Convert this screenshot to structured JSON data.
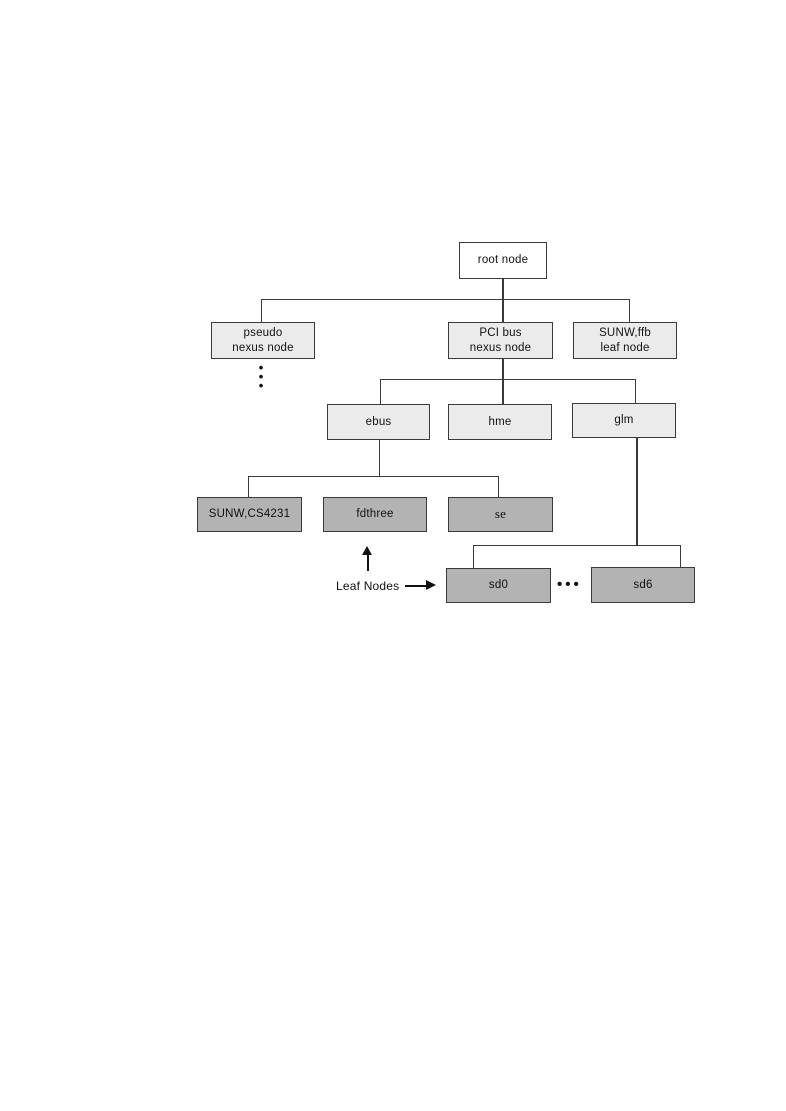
{
  "figure": {
    "type": "device-tree-diagram",
    "colors": {
      "background": "#ffffff",
      "root_node_fill": "#ffffff",
      "nexus_node_fill": "#ebebeb",
      "leaf_node_fill": "#b3b3b3",
      "border": "#3a3a3a",
      "line": "#3a3a3a",
      "text": "#111111"
    },
    "nodes": {
      "root": {
        "label": "root node"
      },
      "pseudo": {
        "label": "pseudo\nnexus node"
      },
      "pci": {
        "label": "PCI bus\nnexus node"
      },
      "ffb": {
        "label": "SUNW,ffb\nleaf node"
      },
      "ebus": {
        "label": "ebus"
      },
      "hme": {
        "label": "hme"
      },
      "glm": {
        "label": "glm"
      },
      "cs4231": {
        "label": "SUNW,CS4231"
      },
      "fdthree": {
        "label": "fdthree"
      },
      "se": {
        "label": "se"
      },
      "sd0": {
        "label": "sd0"
      },
      "sd6": {
        "label": "sd6"
      }
    },
    "edges": [
      [
        "root node",
        "pseudo nexus node"
      ],
      [
        "root node",
        "PCI bus nexus node"
      ],
      [
        "root node",
        "SUNW,ffb leaf node"
      ],
      [
        "PCI bus nexus node",
        "ebus"
      ],
      [
        "PCI bus nexus node",
        "hme"
      ],
      [
        "PCI bus nexus node",
        "glm"
      ],
      [
        "ebus",
        "SUNW,CS4231"
      ],
      [
        "ebus",
        "fdthree"
      ],
      [
        "ebus",
        "se"
      ],
      [
        "glm",
        "sd0"
      ],
      [
        "glm",
        "sd6"
      ]
    ],
    "annotations": {
      "leaf_nodes_label": "Leaf Nodes",
      "vertical_ellipsis": "•\n•\n•",
      "horizontal_ellipsis": "•••"
    }
  }
}
